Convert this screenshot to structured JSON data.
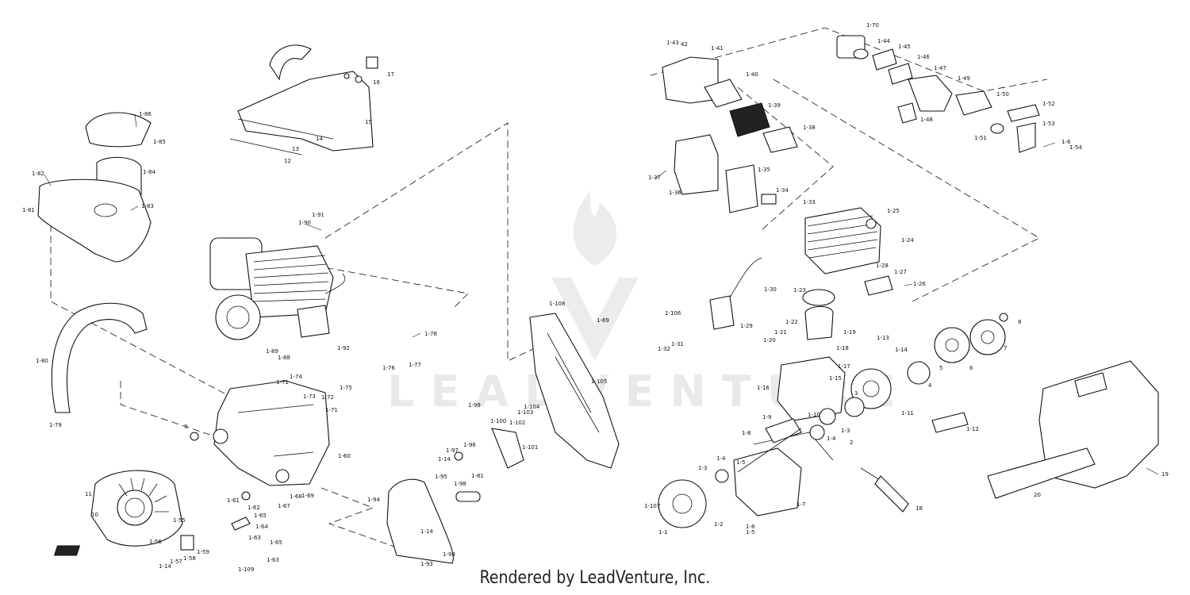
{
  "footer": {
    "text": "Rendered by LeadVenture, Inc."
  },
  "watermark": {
    "text": "LEADVENTURE",
    "color": "#e6e6e6"
  },
  "labels": {
    "l_1_86": "1-86",
    "l_1_85": "1-85",
    "l_1_84": "1-84",
    "l_1_82": "1-82",
    "l_1_83": "1-83",
    "l_1_81": "1-81",
    "l_17": "17",
    "l_16": "16",
    "l_15": "15",
    "l_14": "14",
    "l_13": "13",
    "l_12": "12",
    "l_1_91": "1-91",
    "l_1_90": "1-90",
    "l_1_80": "1-80",
    "l_1_79": "1-79",
    "l_1_89": "1-89",
    "l_1_88": "1-88",
    "l_1_92": "1-92",
    "l_1_78": "1-78",
    "l_1_76": "1-76",
    "l_1_77": "1-77",
    "l_1_74": "1-74",
    "l_1_71a": "1-71",
    "l_1_75": "1-75",
    "l_1_73": "1-73",
    "l_1_72": "1-72",
    "l_1_71b": "1-71",
    "l_9": "9",
    "l_1_60": "1-60",
    "l_11": "11",
    "l_10": "10",
    "l_1_55": "1-55",
    "l_1_61": "1-61",
    "l_1_62": "1-62",
    "l_1_65a": "1-65",
    "l_1_64": "1-64",
    "l_1_67": "1-67",
    "l_1_68": "1-68",
    "l_1_69": "1-69",
    "l_1_63a": "1-63",
    "l_1_65b": "1-65",
    "l_1_56": "1-56",
    "l_1_59": "1-59",
    "l_1_58": "1-58",
    "l_1_57": "1-57",
    "l_1_14a": "1-14",
    "l_1_109": "1-109",
    "l_1_63b": "1-63",
    "l_1_108": "1-108",
    "l_1_69b": "1-69",
    "l_1_105": "1-105",
    "l_1_99": "1-99",
    "l_1_103": "1-103",
    "l_1_104": "1-104",
    "l_1_100": "1-100",
    "l_1_102": "1-102",
    "l_1_96": "1-96",
    "l_1_101": "1-101",
    "l_1_97": "1-97",
    "l_1_14b": "1-14",
    "l_1_95": "1-95",
    "l_1_81b": "1-81",
    "l_1_98": "1-98",
    "l_1_94": "1-94",
    "l_1_14c": "1-14",
    "l_1_94b": "1-94",
    "l_1_93": "1-93",
    "l_1_43": "1-43",
    "l_42": "42",
    "l_1_41": "1-41",
    "l_1_40": "1-40",
    "l_1_39": "1-39",
    "l_1_38": "1-38",
    "l_1_37": "1-37",
    "l_1_36": "1-36",
    "l_1_35": "1-35",
    "l_1_34": "1-34",
    "l_1_33": "1-33",
    "l_1_70": "1-70",
    "l_1_44": "1-44",
    "l_1_45": "1-45",
    "l_1_46": "1-46",
    "l_1_47": "1-47",
    "l_1_48": "1-48",
    "l_1_49": "1-49",
    "l_1_50": "1-50",
    "l_1_52": "1-52",
    "l_1_53": "1-53",
    "l_1_51": "1-51",
    "l_1_6": "1-6",
    "l_1_54": "1-54",
    "l_1_25": "1-25",
    "l_1_24": "1-24",
    "l_1_28": "1-28",
    "l_1_27": "1-27",
    "l_1_26": "1-26",
    "l_1_30": "1-30",
    "l_1_23": "1-23",
    "l_1_29": "1-29",
    "l_1_106": "1-106",
    "l_1_31": "1-31",
    "l_1_32": "1-32",
    "l_1_22": "1-22",
    "l_1_21": "1-21",
    "l_1_20": "1-20",
    "l_1_19": "1-19",
    "l_1_18": "1-18",
    "l_1_17": "1-17",
    "l_1_15": "1-15",
    "l_1_16": "1-16",
    "l_1_13": "1-13",
    "l_1_14d": "1-14",
    "l_1_11": "1-11",
    "l_1_12": "1-12",
    "l_1_10": "1-10",
    "l_1_9": "1-9",
    "l_1_8": "1-8",
    "l_1_3": "1-3",
    "l_1_4": "1-4",
    "l_1_5": "1-5",
    "l_1_2": "1-2",
    "l_1_7": "1-7",
    "l_1_1": "1-1",
    "l_1_107": "1-107",
    "l_1_8b": "1-8",
    "l_1_5b": "1-5",
    "l_1_4b": "1-4",
    "l_3": "3",
    "l_4": "4",
    "l_5": "5",
    "l_6": "6",
    "l_7": "7",
    "l_8": "8",
    "l_18": "18",
    "l_19": "19",
    "l_20": "20",
    "l_2": "2"
  }
}
